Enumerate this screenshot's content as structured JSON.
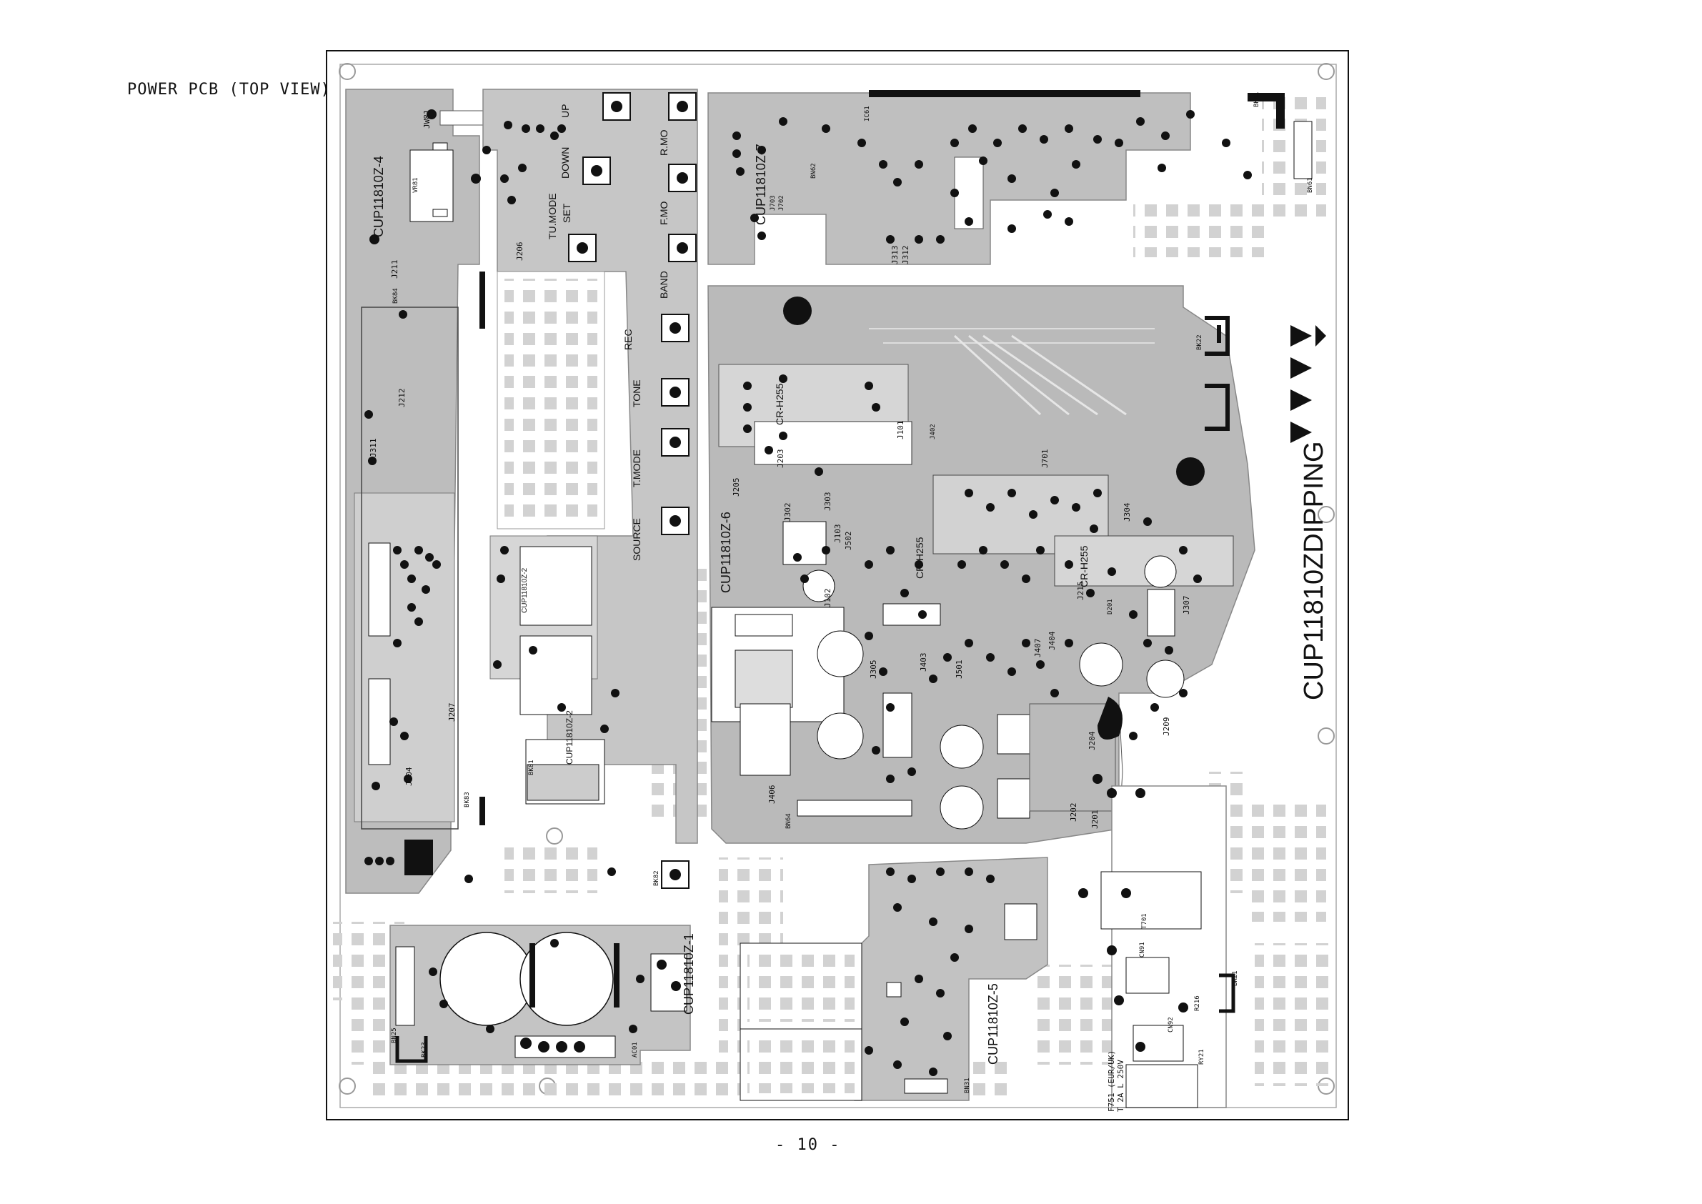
{
  "page": {
    "caption": "POWER PCB (TOP VIEW)",
    "page_number": "- 10 -"
  },
  "boards": [
    "CUP11810Z-4",
    "CUP11810Z-7",
    "CUP11810Z-6",
    "CUP11810Z-5",
    "CUP11810Z-1",
    "CUP11810Z-2",
    "CUP11810ZDIPPING"
  ],
  "pcb_labels": {
    "up": "UP",
    "down": "DOWN",
    "tu_mode": "TU.MODE",
    "set": "SET",
    "r_mo": "R.MO",
    "f_mo": "F.MO",
    "band": "BAND",
    "rec": "REC",
    "tone": "TONE",
    "t_mode": "T.MODE",
    "source": "SOURCE",
    "cr_h255_a": "CR-H255",
    "cr_h255_b": "CR-H255",
    "cr_h255_c": "CR-H255",
    "fuse": "F751 (EUR/UK)",
    "fuse_rating": "T 2A L 250V"
  },
  "refs": {
    "jw81": "JW81",
    "vr81": "VR81",
    "j211": "J211",
    "j212": "J212",
    "j311": "J311",
    "j207": "J207",
    "j104": "J104",
    "j206": "J206",
    "bk84": "BK84",
    "bk83": "BK83",
    "bk82": "BK82",
    "bk81": "BK81",
    "bk21": "BK21",
    "bk22": "BK22",
    "bk23": "BK23",
    "bk61": "BK61",
    "bn61": "BN61",
    "bn62": "BN62",
    "bn25": "BN25",
    "bn31": "BN31",
    "bn64": "BN64",
    "ic61": "IC61",
    "j101": "J101",
    "j203": "J203",
    "j205": "J205",
    "j302": "J302",
    "j303": "J303",
    "j103": "J103",
    "j502": "J502",
    "j102": "J102",
    "j701": "J701",
    "j304": "J304",
    "j307": "J307",
    "j404": "J404",
    "j407": "J407",
    "j403": "J403",
    "j501": "J501",
    "j305": "J305",
    "j406": "J406",
    "j209": "J209",
    "j204": "J204",
    "j202": "J202",
    "j201": "J201",
    "j215": "J215",
    "j313": "J313",
    "j312": "J312",
    "j703": "J703",
    "j702": "J702",
    "t701": "T701",
    "cn91": "CN91",
    "cn92": "CN92",
    "ry21": "RY21",
    "r216": "R216",
    "j402": "J402",
    "ac01": "AC01",
    "d201": "D201"
  }
}
